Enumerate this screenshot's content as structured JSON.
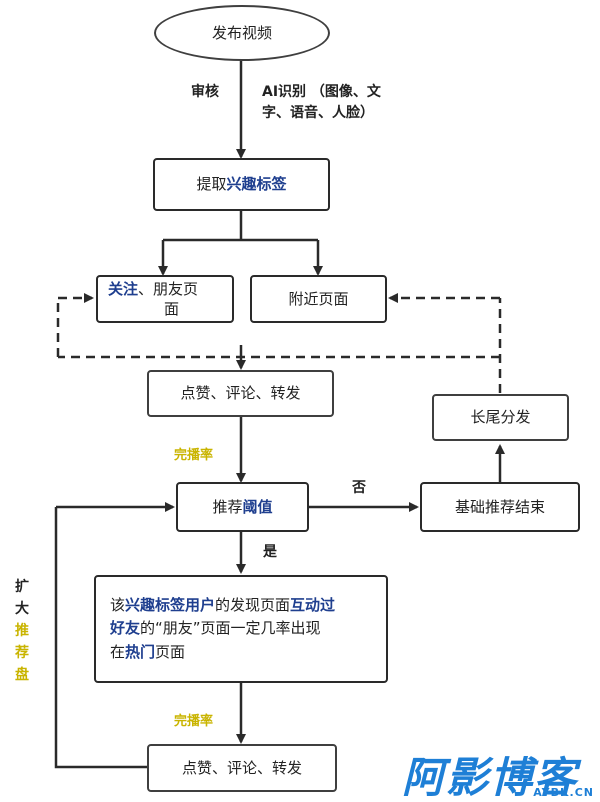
{
  "nodes": {
    "publish": "发布视频",
    "extract_pre": "提取",
    "extract_hl": "兴趣标签",
    "follow_hl": "关注",
    "follow_rest": "、朋友页",
    "follow_line2": "面",
    "nearby": "附近页面",
    "engage1": "点赞、评论、转发",
    "threshold_pre": "推荐",
    "threshold_hl": "阈值",
    "basic_end": "基础推荐结束",
    "longtail": "长尾分发",
    "push_parts": [
      {
        "t": "该",
        "hl": false
      },
      {
        "t": "兴趣标签用户",
        "hl": true
      },
      {
        "t": "的发现页面",
        "hl": false
      },
      {
        "t": "互动过",
        "hl": true
      }
    ],
    "push_line2": [
      {
        "t": "好友",
        "hl": true
      },
      {
        "t": "的“朋友”页面一定几率出现",
        "hl": false
      }
    ],
    "push_line3": [
      {
        "t": "在",
        "hl": false
      },
      {
        "t": "热门",
        "hl": true
      },
      {
        "t": "页面",
        "hl": false
      }
    ],
    "engage2": "点赞、评论、转发"
  },
  "labels": {
    "review": "审核",
    "ai1": "AI识别 （图像、文",
    "ai2": "字、语音、人脸）",
    "completion1": "完播率",
    "completion2": "完播率",
    "no": "否",
    "yes": "是",
    "expand1": "扩",
    "expand2": "大",
    "expand3": "推",
    "expand4": "荐",
    "expand5": "盘"
  },
  "logo": {
    "text": "阿影博客",
    "sub": "AYBK.CN"
  },
  "colors": {
    "highlight": "#1f3f8f",
    "gold": "#c9b400",
    "logo": "#1e7fd6"
  }
}
